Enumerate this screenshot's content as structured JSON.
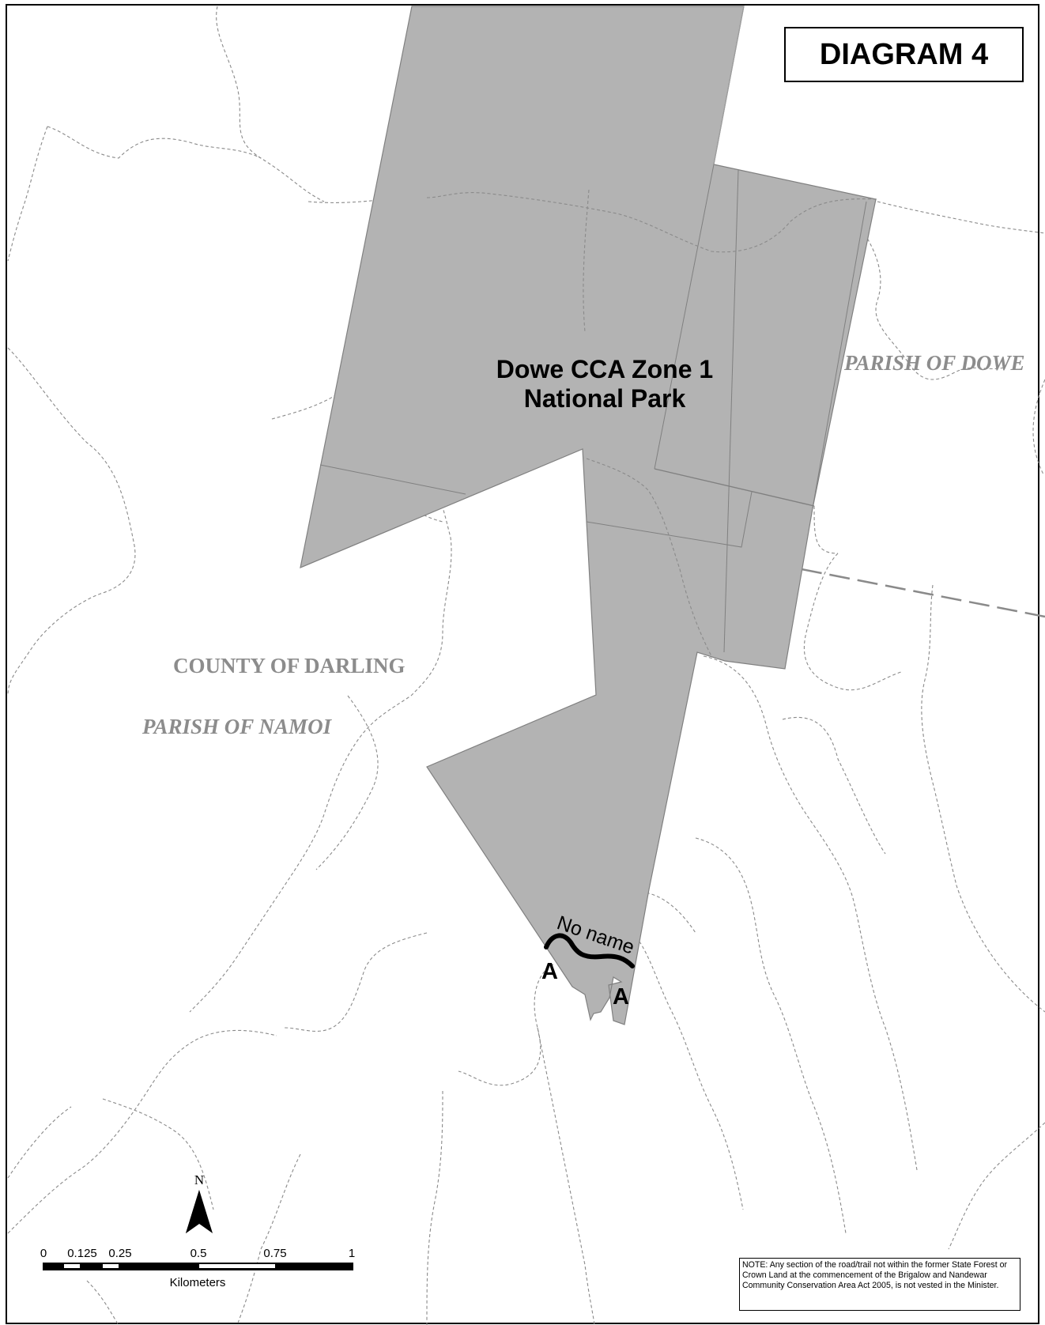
{
  "diagram_title": "DIAGRAM 4",
  "park_label_line1": "Dowe CCA Zone 1",
  "park_label_line2": "National Park",
  "parish_dowe": "PARISH OF DOWE",
  "county_darling": "COUNTY OF DARLING",
  "parish_namoi": "PARISH OF NAMOI",
  "road_label": "No name",
  "endpoint_label_1": "A",
  "endpoint_label_2": "A",
  "north_label": "N",
  "scale": {
    "ticks": [
      "0",
      "0.125",
      "0.25",
      "0.5",
      "0.75",
      "1"
    ],
    "unit": "Kilometers"
  },
  "note": "NOTE: Any section of the road/trail not within the former State Forest or Crown Land at the commencement of the Brigalow and Nandewar Community Conservation Area Act 2005, is not vested in the Minister.",
  "colors": {
    "park_fill": "#b3b3b3",
    "boundary": "#808080",
    "label_grey": "#8c8c8c",
    "road": "#000000"
  }
}
